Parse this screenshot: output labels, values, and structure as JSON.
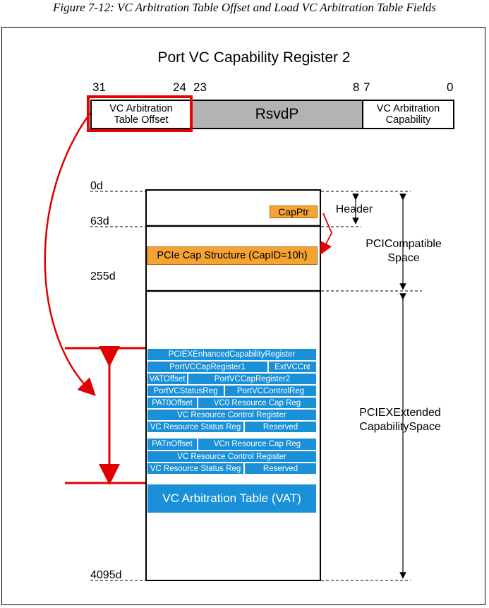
{
  "caption": "Figure 7-12: VC Arbitration Table Offset and Load VC Arbitration Table Fields",
  "register": {
    "title": "Port VC Capability Register 2",
    "bits": {
      "b31": "31",
      "b24": "24",
      "b23": "23",
      "b8": "8",
      "b7": "7",
      "b0": "0"
    },
    "fields": {
      "vat_offset": [
        "VC Arbitration",
        "Table Offset"
      ],
      "rsvdp": "RsvdP",
      "vc_arb_cap": [
        "VC Arbitration",
        "Capability"
      ]
    }
  },
  "offsets": {
    "o0": "0d",
    "o63": "63d",
    "o255": "255d",
    "o4095": "4095d"
  },
  "config": {
    "capptr": "CapPtr",
    "pcie_cap": "PCIe Cap Structure (CapID=10h)",
    "header": "Header",
    "pci_space": [
      "PCICompatible",
      "Space"
    ],
    "pciex_space": [
      "PCIEXExtended",
      "CapabilitySpace"
    ]
  },
  "vc_cap": {
    "row1": "PCIEXEnhancedCapabilityRegister",
    "row2a": "PortVCCapRegister1",
    "row2b": "ExtVCCnt",
    "row3a": "VATOffset",
    "row3b": "PortVCCapRegister2",
    "row4a": "PortVCStatusReg",
    "row4b": "PortVCControlReg",
    "row5a": "PAT0Offset",
    "row5b": "VC0 Resource Cap Reg",
    "row6": "VC Resource Control Register",
    "row7a": "VC Resource Status Reg",
    "row7b": "Reserved",
    "row8a": "PATnOffset",
    "row8b": "VCn Resource Cap Reg",
    "row9": "VC Resource Control Register",
    "row10a": "VC Resource Status Reg",
    "row10b": "Reserved",
    "vat": "VC Arbitration Table (VAT)"
  },
  "colors": {
    "accent": "#e00000",
    "blue": "#1a90d8",
    "orange": "#f5a333",
    "gray": "#b3b3b3"
  }
}
